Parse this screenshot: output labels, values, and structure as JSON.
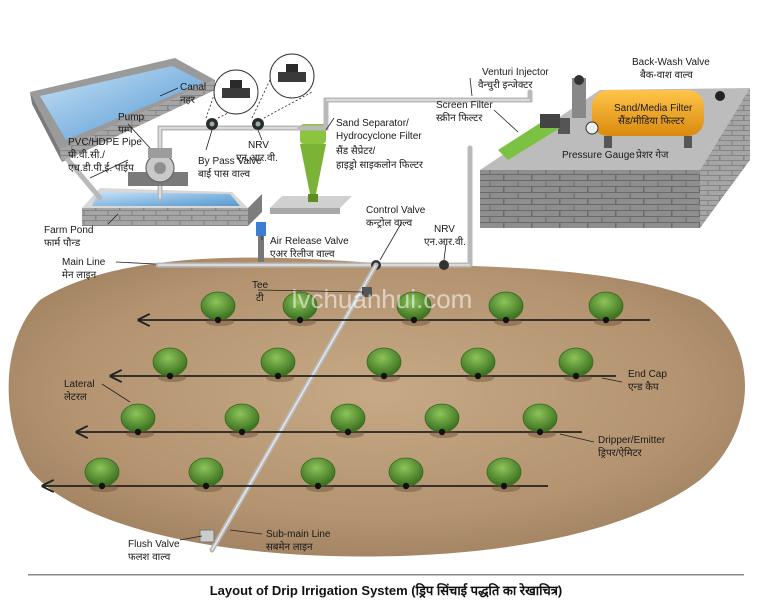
{
  "caption": "Layout of Drip Irrigation System (ड्रिप सिंचाई पद्धति का रेखाचित्र)",
  "watermark": "lvchuanhui.com",
  "labels": {
    "canal_en": "Canal",
    "canal_hi": "नहर",
    "pump_en": "Pump",
    "pump_hi": "पम्प",
    "pipe_en": "PVC/HDPE Pipe",
    "pipe_hi1": "पी.वी.सी./",
    "pipe_hi2": "एच.डी.पी.ई. पाईप",
    "bypass_en": "By Pass Valve",
    "bypass_hi": "बाई पास वाल्व",
    "nrv1_en": "NRV",
    "nrv1_hi": "एन.आर.वी.",
    "sand_sep_en1": "Sand Separator/",
    "sand_sep_en2": "Hydrocyclone Filter",
    "sand_sep_hi1": "सैंड सैप्रेटर/",
    "sand_sep_hi2": "हाइड्रो साइकलोन फिल्टर",
    "venturi_en": "Venturi Injector",
    "venturi_hi": "वैन्चुरी इन्जेक्टर",
    "screen_en": "Screen Filter",
    "screen_hi": "स्क्रीन फिल्टर",
    "backwash_en": "Back-Wash Valve",
    "backwash_hi": "बैक-वाश वाल्व",
    "media_en": "Sand/Media Filter",
    "media_hi": "सैंड/मीडिया फिल्टर",
    "gauge_en": "Pressure Gauge",
    "gauge_hi": "प्रेशर गेज",
    "pond_en": "Farm Pond",
    "pond_hi": "फार्म पौन्ड",
    "air_en": "Air Release Valve",
    "air_hi": "एअर रिलीज वाल्व",
    "control_en": "Control Valve",
    "control_hi": "कन्ट्रोल वाल्व",
    "nrv2_en": "NRV",
    "nrv2_hi": "एन.आर.वी.",
    "main_en": "Main Line",
    "main_hi": "मेन लाइन",
    "tee_en": "Tee",
    "tee_hi": "टी",
    "lateral_en": "Lateral",
    "lateral_hi": "लेटरल",
    "endcap_en": "End Cap",
    "endcap_hi": "एन्ड कैप",
    "dripper_en": "Dripper/Emitter",
    "dripper_hi": "ड्रिपर/ऐमिटर",
    "flush_en": "Flush Valve",
    "flush_hi": "फलश वाल्व",
    "submain_en": "Sub-main Line",
    "submain_hi": "सबमेन लाइन"
  },
  "colors": {
    "soil": "#b89a77",
    "pipe": "#b9b9b9",
    "filter_orange": "#f0a21c",
    "screen_green": "#7bc142",
    "cyclone_green": "#8cc43f",
    "plant": "#4f8a2a",
    "water": "#7fb4e0",
    "brick": "#8b8b8b"
  }
}
